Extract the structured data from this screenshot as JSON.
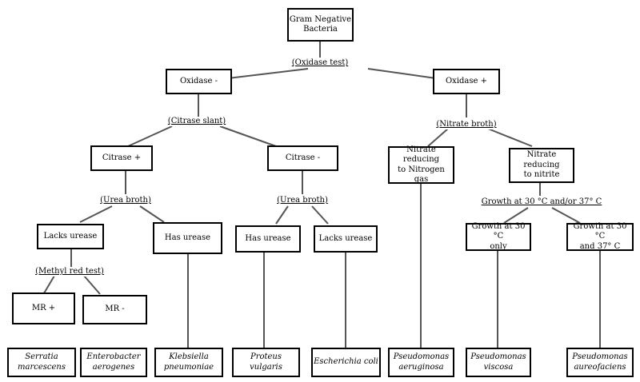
{
  "nodes": {
    "root": "Gram Negative\nBacteria",
    "oxidase_neg": "Oxidase -",
    "oxidase_pos": "Oxidase +",
    "citrase_pos": "Citrase +",
    "citrase_neg": "Citrase -",
    "nitrate_n2": "Nitrate reducing\nto Nitrogen gas",
    "nitrate_nitrite": "Nitrate reducing\nto nitrite",
    "lacks_urease_1": "Lacks urease",
    "has_urease_1": "Has urease",
    "has_urease_2": "Has urease",
    "lacks_urease_2": "Lacks urease",
    "growth_30": "Growth at 30 °C\nonly",
    "growth_30_37": "Growth at 30 °C\nand 37° C",
    "mr_pos": "MR +",
    "mr_neg": "MR -"
  },
  "tests": {
    "oxidase": "(Oxidase test)",
    "citrase": "(Citrase slant)",
    "nitrate": "(Nitrate broth)",
    "urea_1": "(Urea broth)",
    "urea_2": "(Urea broth)",
    "growth": "Growth at 30 °C and/or 37° C",
    "methyl": "(Methyl red test)"
  },
  "organisms": {
    "serratia": "Serratia\nmarcescens",
    "enterobacter": "Enterobacter\naerogenes",
    "klebsiella": "Klebsiella\npneumoniae",
    "proteus": "Proteus vulgaris",
    "escherichia": "Escherichia coli",
    "ps_aeruginosa": "Pseudomonas\naeruginosa",
    "ps_viscosa": "Pseudomonas\nviscosa",
    "ps_aureofaciens": "Pseudomonas\naureofaciens"
  }
}
